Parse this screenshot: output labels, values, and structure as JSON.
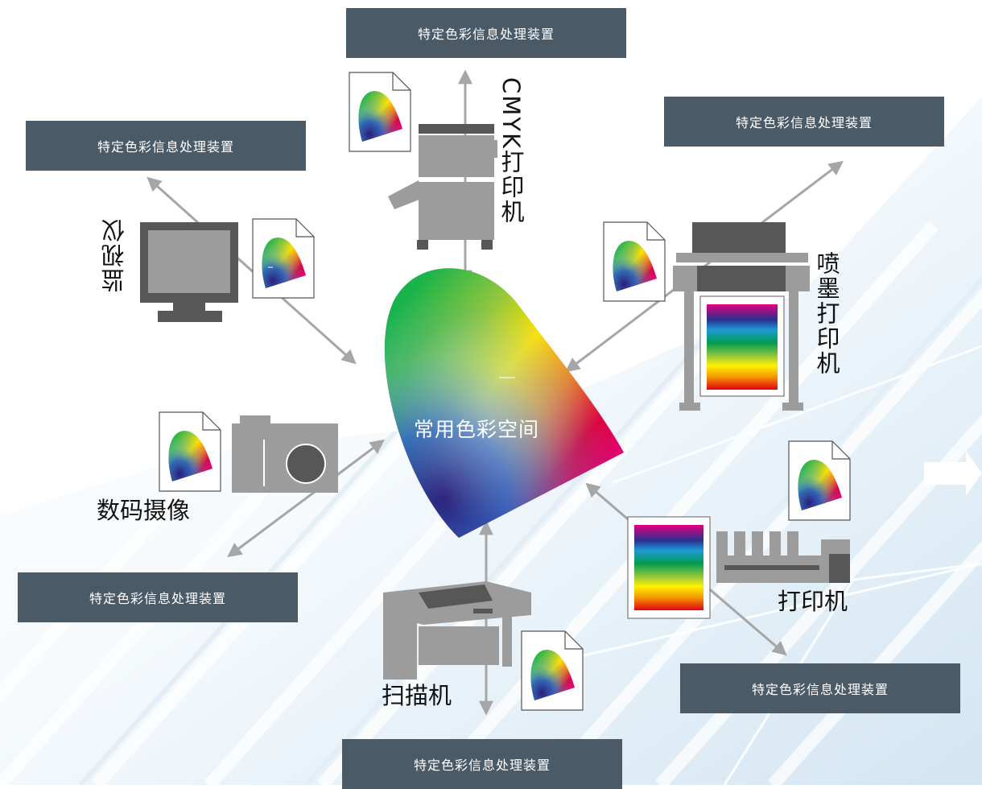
{
  "colors": {
    "box_bg": "#4a5a66",
    "arrow": "#a6a6a6",
    "device_gray": "#9c9c9c",
    "device_dark": "#575757"
  },
  "center": {
    "label": "常用色彩空间"
  },
  "boxes": {
    "top": "特定色彩信息处理装置",
    "top_left": "特定色彩信息处理装置",
    "top_right": "特定色彩信息处理装置",
    "bottom_left": "特定色彩信息处理装置",
    "bottom_right": "特定色彩信息处理装置",
    "bottom": "特定色彩信息处理装置"
  },
  "devices": {
    "cmyk_printer": "CMYK打印机",
    "monitor": "监视仪",
    "inkjet_printer": "喷墨打印机",
    "digital_camera": "数码摄像",
    "printer": "打印机",
    "scanner": "扫描机"
  },
  "icons": {
    "gamut_document": "color-gamut-document-icon",
    "monitor": "monitor-icon",
    "camera": "camera-icon",
    "scanner": "scanner-icon",
    "cmyk_printer": "copier-printer-icon",
    "inkjet_printer": "wide-format-printer-icon",
    "printer": "desktop-printer-icon"
  }
}
